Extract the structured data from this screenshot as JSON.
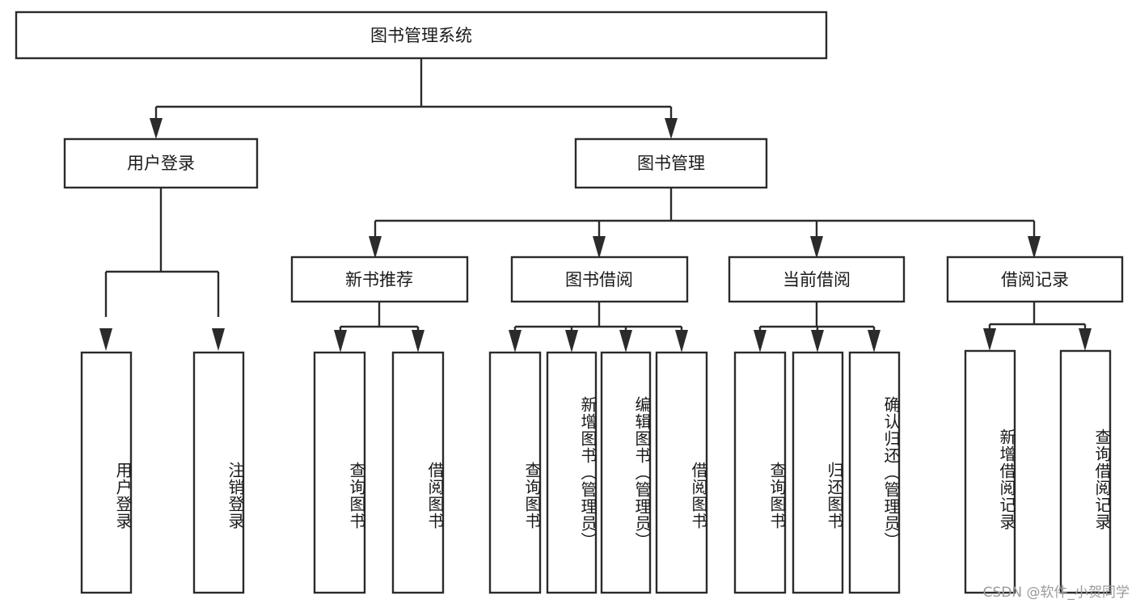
{
  "diagram": {
    "type": "tree-hierarchy",
    "title": "图书管理系统",
    "orientation": "top-down",
    "watermark": "CSDN @软件_小贺同学",
    "colors": {
      "background": "#ffffff",
      "box_fill": "#ffffff",
      "box_stroke": "#2b2b2b",
      "connector": "#2b2b2b",
      "text": "#1a1a1a",
      "watermark": "#9b9b9b"
    },
    "root": {
      "label": "图书管理系统"
    },
    "level2": [
      {
        "label": "用户登录"
      },
      {
        "label": "图书管理"
      }
    ],
    "level3": [
      {
        "label": "新书推荐"
      },
      {
        "label": "图书借阅"
      },
      {
        "label": "当前借阅"
      },
      {
        "label": "借阅记录"
      }
    ],
    "leaves": {
      "user_login": [
        {
          "label": "用户登录"
        },
        {
          "label": "注销登录"
        }
      ],
      "new_book_recommend": [
        {
          "label": "查询图书"
        },
        {
          "label": "借阅图书"
        }
      ],
      "book_borrow": [
        {
          "label": "查询图书"
        },
        {
          "label": "新增图书（管理员）"
        },
        {
          "label": "编辑图书（管理员）"
        },
        {
          "label": "借阅图书"
        }
      ],
      "current_borrow": [
        {
          "label": "查询图书"
        },
        {
          "label": "归还图书"
        },
        {
          "label": "确认归还（管理员）"
        }
      ],
      "borrow_record": [
        {
          "label": "新增借阅记录"
        },
        {
          "label": "查询借阅记录"
        }
      ]
    }
  }
}
